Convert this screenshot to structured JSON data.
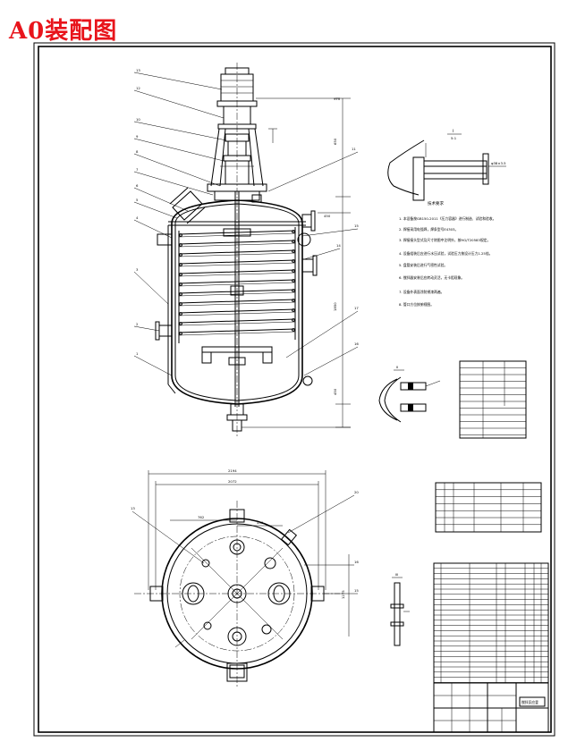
{
  "title": "A0装配图",
  "colors": {
    "title": "#e8141b",
    "lines": "#000000",
    "paper": "#ffffff"
  },
  "drawing": {
    "section_label": "I",
    "section_scale": "5:1",
    "detail_label": "II",
    "view_label": "III",
    "tech_req_title": "技术要求",
    "tech_req_lines": [
      "1. 本设备按GB150-2011《压力容器》进行制造、试验和验收。",
      "2. 焊接采用电弧焊，焊条型号E4303。",
      "3. 焊接接头型式及尺寸除图中注明外，按HG/T20583规定。",
      "4. 设备组装后应进行水压试验，试验压力按设计压力1.25倍。",
      "5. 盘管安装后进行气密性试验。",
      "6. 搅拌器安装后应转动灵活，无卡阻现象。",
      "7. 设备外表面涂防锈漆两遍。",
      "8. 管口方位按俯视图。"
    ],
    "title_block_name": "搅拌反应釜"
  }
}
